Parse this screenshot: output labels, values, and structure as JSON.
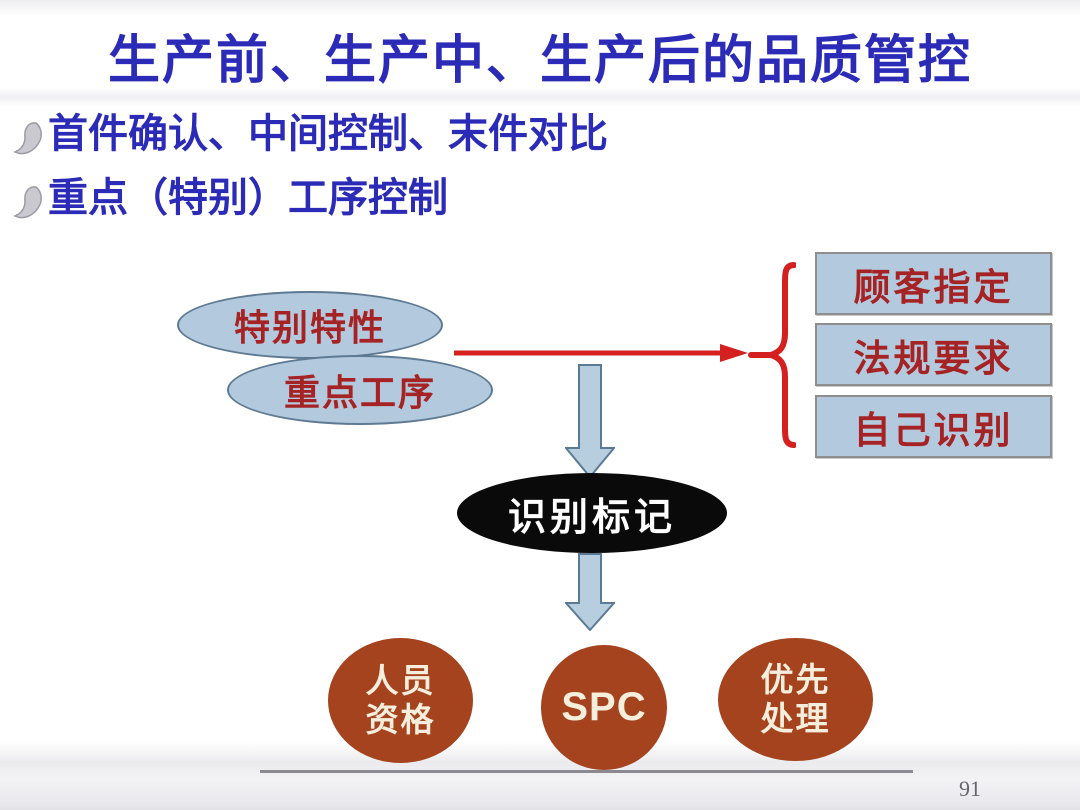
{
  "slide": {
    "title": "生产前、生产中、生产后的品质管控",
    "page_number": "91"
  },
  "bullets": [
    {
      "label": "首件确认、中间控制、末件对比"
    },
    {
      "label": "重点（特别）工序控制"
    }
  ],
  "diagram": {
    "source_ellipses": [
      {
        "label": "特别特性"
      },
      {
        "label": "重点工序"
      }
    ],
    "category_boxes": [
      {
        "label": "顾客指定"
      },
      {
        "label": "法规要求"
      },
      {
        "label": "自己识别"
      }
    ],
    "center_node": {
      "label": "识别标记"
    },
    "bottom_circles": [
      {
        "lines": [
          "人员",
          "资格"
        ]
      },
      {
        "lines": [
          "SPC"
        ]
      },
      {
        "lines": [
          "优先",
          "处理"
        ]
      }
    ],
    "icons": {
      "bullet": "comma-bullet-icon",
      "right_flow": "right-arrow-icon",
      "grouping": "curly-brace-icon",
      "down_flow": "down-arrow-icon"
    }
  },
  "colors": {
    "title_blue": "#2B2BB8",
    "text_red": "#A62325",
    "arrow_red": "#D52020",
    "node_fill_blue": "#B3C9DD",
    "node_border_blue": "#5E7A92",
    "box_border_gray": "#8E8E8E",
    "black_node": "#0A0A0A",
    "circle_brown": "#A5431E",
    "circle_text_cream": "#F6EEDC",
    "footer_line_gray": "#8A8A90",
    "page_number_gray": "#66666E"
  }
}
